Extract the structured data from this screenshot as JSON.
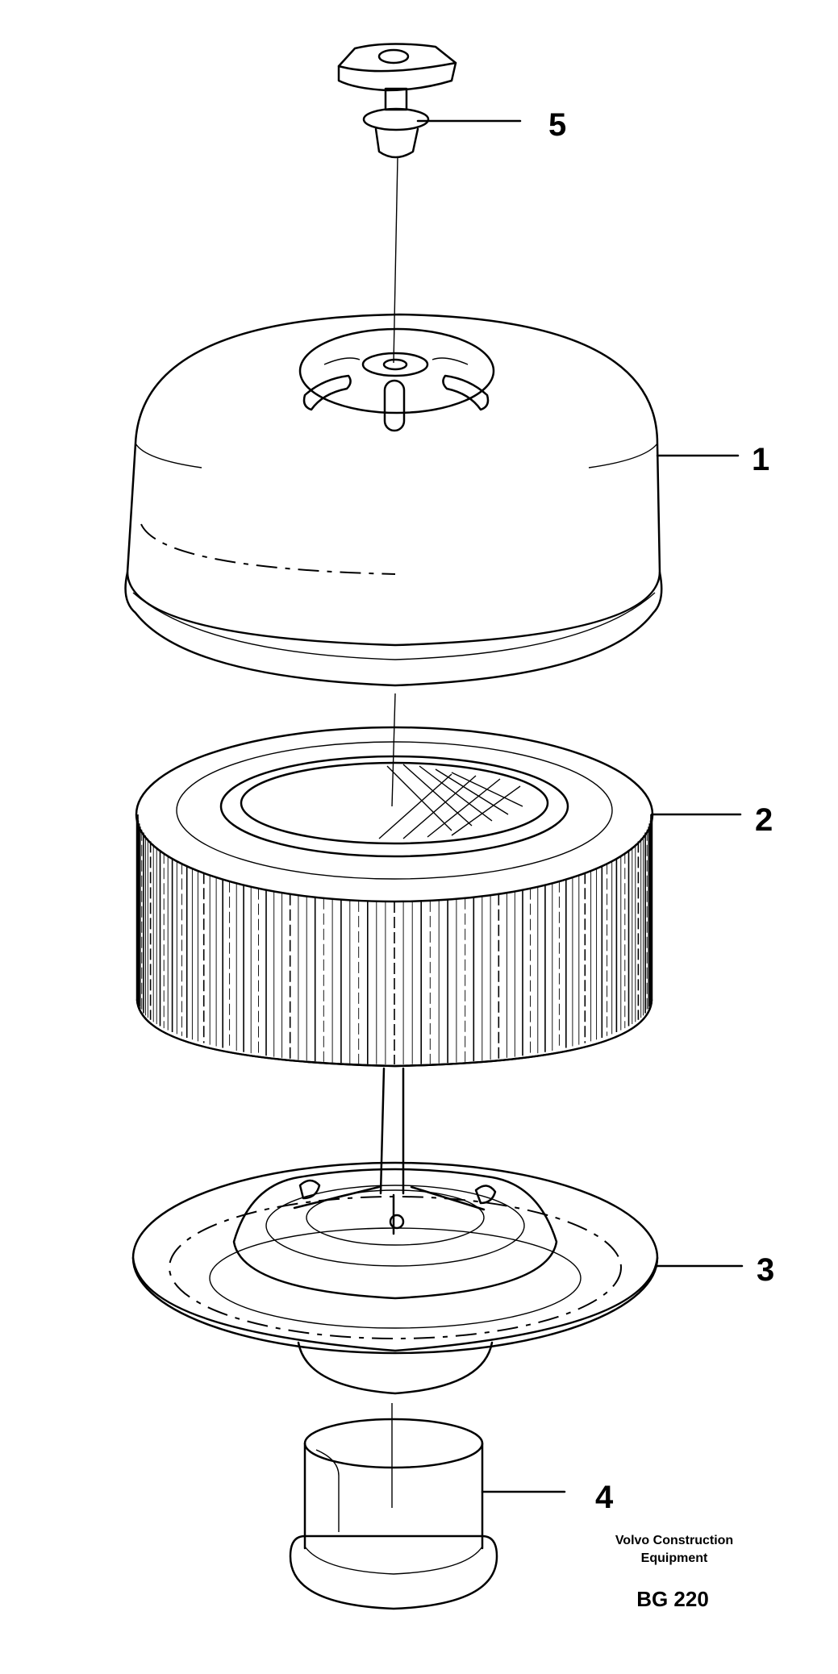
{
  "diagram": {
    "callouts": [
      {
        "id": "1",
        "label": "1"
      },
      {
        "id": "2",
        "label": "2"
      },
      {
        "id": "3",
        "label": "3"
      },
      {
        "id": "4",
        "label": "4"
      },
      {
        "id": "5",
        "label": "5"
      }
    ],
    "credit": {
      "line1": "Volvo Construction",
      "line2": "Equipment"
    },
    "code": "BG 220"
  }
}
